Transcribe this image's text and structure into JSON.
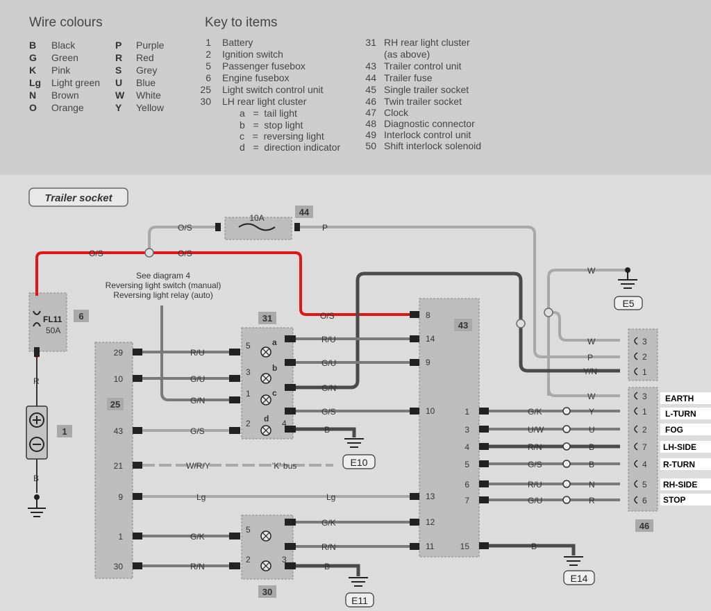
{
  "wire_colours": {
    "title": "Wire colours",
    "items": [
      {
        "code": "B",
        "name": "Black"
      },
      {
        "code": "G",
        "name": "Green"
      },
      {
        "code": "K",
        "name": "Pink"
      },
      {
        "code": "Lg",
        "name": "Light green"
      },
      {
        "code": "N",
        "name": "Brown"
      },
      {
        "code": "O",
        "name": "Orange"
      },
      {
        "code": "P",
        "name": "Purple"
      },
      {
        "code": "R",
        "name": "Red"
      },
      {
        "code": "S",
        "name": "Grey"
      },
      {
        "code": "U",
        "name": "Blue"
      },
      {
        "code": "W",
        "name": "White"
      },
      {
        "code": "Y",
        "name": "Yellow"
      }
    ]
  },
  "key": {
    "title": "Key to items",
    "col1": [
      {
        "num": "1",
        "text": "Battery"
      },
      {
        "num": "2",
        "text": "Ignition switch"
      },
      {
        "num": "5",
        "text": "Passenger fusebox"
      },
      {
        "num": "6",
        "text": "Engine fusebox"
      },
      {
        "num": "25",
        "text": "Light switch control unit"
      },
      {
        "num": "30",
        "text": "LH rear light cluster"
      },
      {
        "num": "",
        "text": "a   =  tail light"
      },
      {
        "num": "",
        "text": "b   =  stop light"
      },
      {
        "num": "",
        "text": "c   =  reversing light"
      },
      {
        "num": "",
        "text": "d   =  direction indicator"
      }
    ],
    "col2": [
      {
        "num": "31",
        "text": "RH rear light cluster"
      },
      {
        "num": "",
        "text": "(as above)"
      },
      {
        "num": "43",
        "text": "Trailer control unit"
      },
      {
        "num": "44",
        "text": "Trailer fuse"
      },
      {
        "num": "45",
        "text": "Single trailer socket"
      },
      {
        "num": "46",
        "text": "Twin trailer socket"
      },
      {
        "num": "47",
        "text": "Clock"
      },
      {
        "num": "48",
        "text": "Diagnostic connector"
      },
      {
        "num": "49",
        "text": "Interlock control unit"
      },
      {
        "num": "50",
        "text": "Shift interlock solenoid"
      }
    ]
  },
  "diagram": {
    "title": "Trailer socket",
    "note": [
      "See diagram 4",
      "Reversing light switch (manual)",
      "Reversing light relay (auto)"
    ],
    "fuse_fl11": "FL11",
    "fuse_fl11_rating": "50A",
    "fuse_44_rating": "10A",
    "kbus": "'K' bus",
    "components": {
      "c6": "6",
      "c1": "1",
      "c25": "25",
      "c31": "31",
      "c30": "30",
      "c43": "43",
      "c44": "44",
      "c46": "46"
    },
    "grounds": {
      "e5": "E5",
      "e10": "E10",
      "e11": "E11",
      "e14": "E14"
    },
    "wire_labels": {
      "os": "O/S",
      "p": "P",
      "r": "R",
      "b": "B",
      "w": "W",
      "yn": "Y/N",
      "ru": "R/U",
      "gu": "G/U",
      "gn": "G/N",
      "gs": "G/S",
      "wry": "W/R/Y",
      "lg": "Lg",
      "gk": "G/K",
      "rn": "R/N",
      "uw": "U/W",
      "y": "Y",
      "u": "U",
      "n": "N"
    },
    "pins": {
      "p29": "29",
      "p10": "10",
      "p43": "43",
      "p21": "21",
      "p9": "9",
      "p1": "1",
      "p30": "30",
      "p5": "5",
      "p3": "3",
      "p2": "2",
      "p4": "4",
      "p8": "8",
      "p14": "14",
      "p12": "12",
      "p11": "11",
      "p13": "13",
      "p15": "15",
      "p6": "6",
      "p7": "7"
    },
    "bulbs": {
      "a": "a",
      "b": "b",
      "c": "c",
      "d": "d"
    }
  },
  "annotations": [
    "EARTH",
    "L-TURN",
    "FOG",
    "LH-SIDE",
    "R-TURN",
    "RH-SIDE",
    "STOP"
  ]
}
